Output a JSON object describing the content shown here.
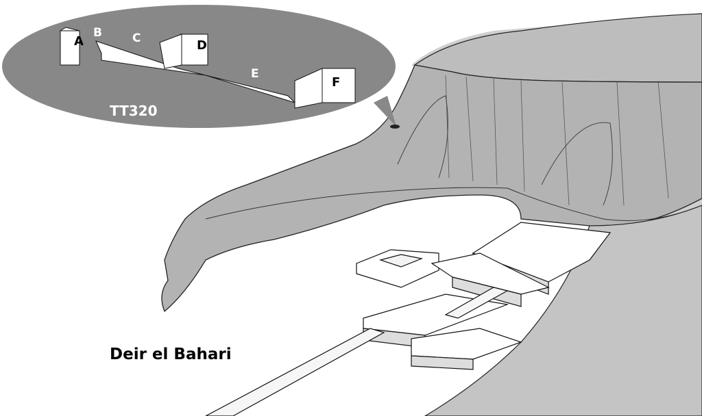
{
  "diagram": {
    "site_label": "Deir el Bahari",
    "inset": {
      "tomb_label": "TT320",
      "chambers": {
        "A": "A",
        "B": "B",
        "C": "C",
        "D": "D",
        "E": "E",
        "F": "F"
      }
    }
  }
}
